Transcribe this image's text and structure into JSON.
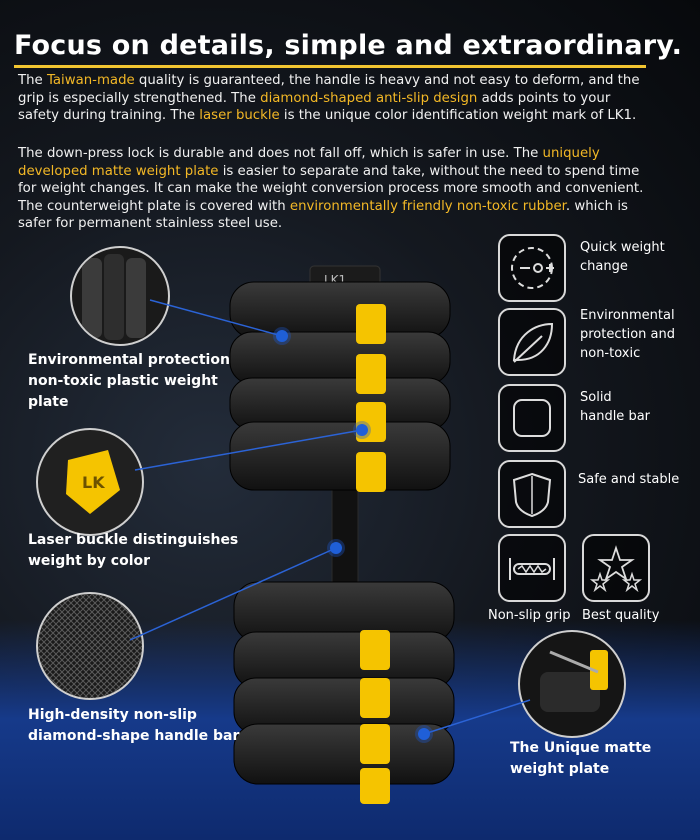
{
  "title": "Focus on details, simple and extraordinary.",
  "paragraph1": {
    "t1": "The ",
    "h1": "Taiwan-made",
    "t2": " quality is guaranteed, the handle is heavy and not easy to deform, and the grip is especially strengthened. The ",
    "h2": "diamond-shaped anti-slip design",
    "t3": " adds points to your safety during training. The ",
    "h3": "laser buckle",
    "t4": " is the unique color identification weight mark of LK1."
  },
  "paragraph2": {
    "t1": "The down-press lock is durable and does not fall off, which is safer in use. The ",
    "h1": "uniquely developed matte weight plate",
    "t2": " is easier to separate and take, without the need to spend time for weight changes. It can make the weight conversion process more smooth and convenient. The counterweight plate is covered with ",
    "h2": "environmentally friendly non-toxic rubber",
    "t3": ". which is safer for permanent stainless steel use."
  },
  "callouts": {
    "plastic_plate": [
      "Environmental protection",
      "non-toxic plastic weight",
      "plate"
    ],
    "laser_buckle": [
      "Laser buckle distinguishes",
      "weight by color"
    ],
    "handle_bar": [
      "High-density non-slip",
      "diamond-shape handle bar"
    ],
    "matte_plate": [
      "The Unique matte",
      "weight plate"
    ]
  },
  "features": [
    {
      "label1": "Quick weight",
      "label2": "change",
      "icon": "quick-change-icon"
    },
    {
      "label1": "Environmental",
      "label2": "protection and",
      "label3": "non-toxic",
      "icon": "leaf-icon"
    },
    {
      "label1": "Solid",
      "label2": "handle bar",
      "icon": "square-icon"
    },
    {
      "label1": "Safe and stable",
      "icon": "shield-icon"
    },
    {
      "label1": "Non-slip grip",
      "icon": "grip-icon"
    },
    {
      "label1": "Best quality",
      "icon": "stars-icon"
    }
  ],
  "product": {
    "brand_mark": "LK1",
    "buckle_mark": "LK"
  },
  "colors": {
    "accent": "#f3b826",
    "rule": "#f2c531",
    "buckle": "#f5c400",
    "floor": "#163a8a",
    "dot": "#1f5fd8"
  }
}
